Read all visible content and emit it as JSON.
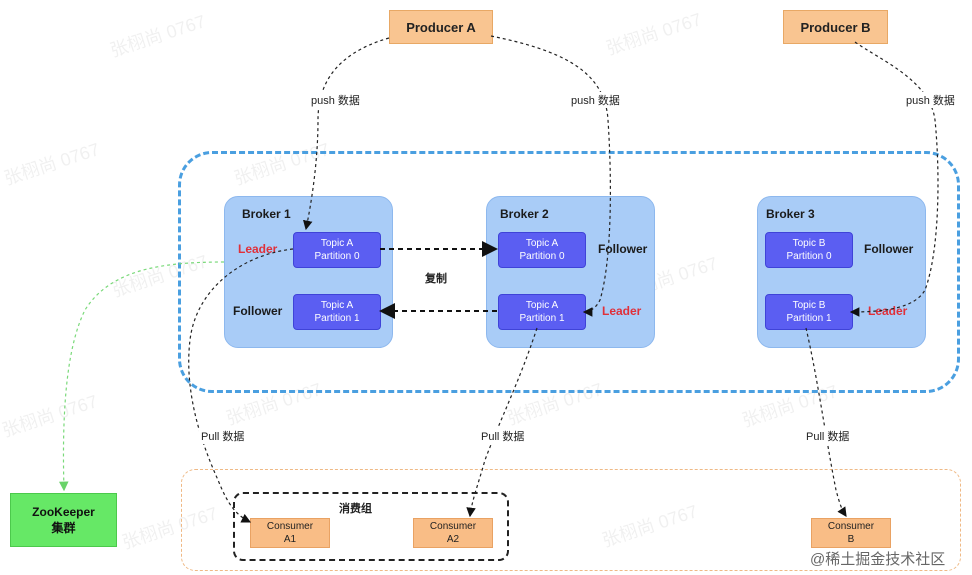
{
  "producers": {
    "a": "Producer A",
    "b": "Producer B"
  },
  "edge_labels": {
    "push_1": "push 数据",
    "push_2": "push 数据",
    "push_3": "push 数据",
    "replicate": "复制",
    "pull_1": "Pull 数据",
    "pull_2": "Pull 数据",
    "pull_3": "Pull 数据"
  },
  "brokers": [
    {
      "title": "Broker 1",
      "partitions": [
        {
          "line1": "Topic A",
          "line2": "Partition 0",
          "role": "Leader"
        },
        {
          "line1": "Topic A",
          "line2": "Partition 1",
          "role": "Follower"
        }
      ]
    },
    {
      "title": "Broker 2",
      "partitions": [
        {
          "line1": "Topic A",
          "line2": "Partition 0",
          "role": "Follower"
        },
        {
          "line1": "Topic A",
          "line2": "Partition 1",
          "role": "Leader"
        }
      ]
    },
    {
      "title": "Broker 3",
      "partitions": [
        {
          "line1": "Topic B",
          "line2": "Partition 0",
          "role": "Follower"
        },
        {
          "line1": "Topic B",
          "line2": "Partition 1",
          "role": "Leader"
        }
      ]
    }
  ],
  "consumer_group": {
    "title": "消费组"
  },
  "consumers": [
    {
      "line1": "Consumer",
      "line2": "A1"
    },
    {
      "line1": "Consumer",
      "line2": "A2"
    },
    {
      "line1": "Consumer",
      "line2": "B"
    }
  ],
  "zookeeper": {
    "line1": "ZooKeeper",
    "line2": "集群"
  },
  "credit": "@稀土掘金技术社区",
  "watermark": "张栩尚 0767",
  "colors": {
    "producer": "#f9c591",
    "broker": "#a9ccf7",
    "partition": "#5b5ef2",
    "leader_text": "#e0303a",
    "cluster_border": "#4a9fe0",
    "zookeeper": "#66e866",
    "consumer": "#f9bd86"
  }
}
